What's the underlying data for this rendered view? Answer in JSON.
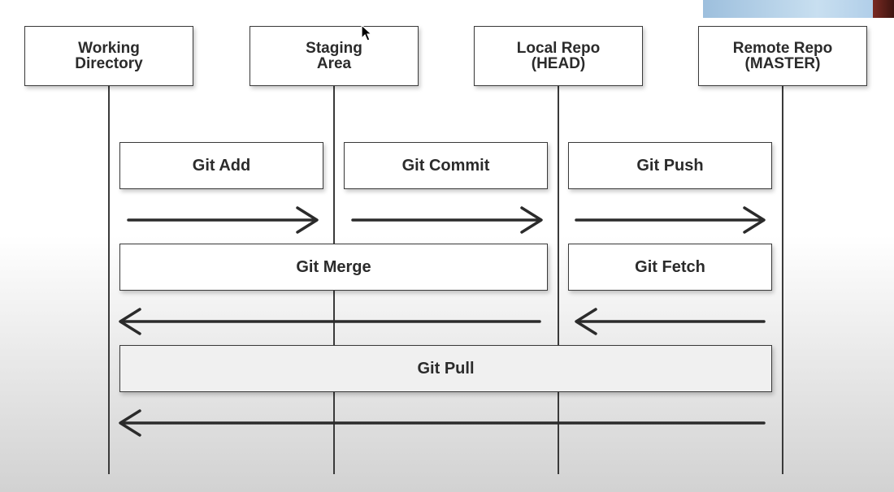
{
  "lanes": [
    {
      "label": "Working\nDirectory"
    },
    {
      "label": "Staging\nArea"
    },
    {
      "label": "Local Repo\n(HEAD)"
    },
    {
      "label": "Remote Repo\n(MASTER)"
    }
  ],
  "commands": {
    "git_add": "Git Add",
    "git_commit": "Git Commit",
    "git_push": "Git Push",
    "git_merge": "Git Merge",
    "git_fetch": "Git Fetch",
    "git_pull": "Git Pull"
  },
  "flows": [
    {
      "command": "Git Add",
      "from": "Working Directory",
      "to": "Staging Area",
      "direction": "right"
    },
    {
      "command": "Git Commit",
      "from": "Staging Area",
      "to": "Local Repo (HEAD)",
      "direction": "right"
    },
    {
      "command": "Git Push",
      "from": "Local Repo (HEAD)",
      "to": "Remote Repo (MASTER)",
      "direction": "right"
    },
    {
      "command": "Git Merge",
      "from": "Local Repo (HEAD)",
      "to": "Working Directory",
      "direction": "left"
    },
    {
      "command": "Git Fetch",
      "from": "Remote Repo (MASTER)",
      "to": "Local Repo (HEAD)",
      "direction": "left"
    },
    {
      "command": "Git Pull",
      "from": "Remote Repo (MASTER)",
      "to": "Working Directory",
      "direction": "left"
    }
  ],
  "colors": {
    "line": "#3a3a3a",
    "text": "#2b2b2b",
    "box_fill": "#ffffff",
    "box_fill_grey": "#f0f0f0"
  },
  "icons": [
    "arrow-right-icon",
    "arrow-left-icon",
    "mouse-cursor-icon"
  ]
}
